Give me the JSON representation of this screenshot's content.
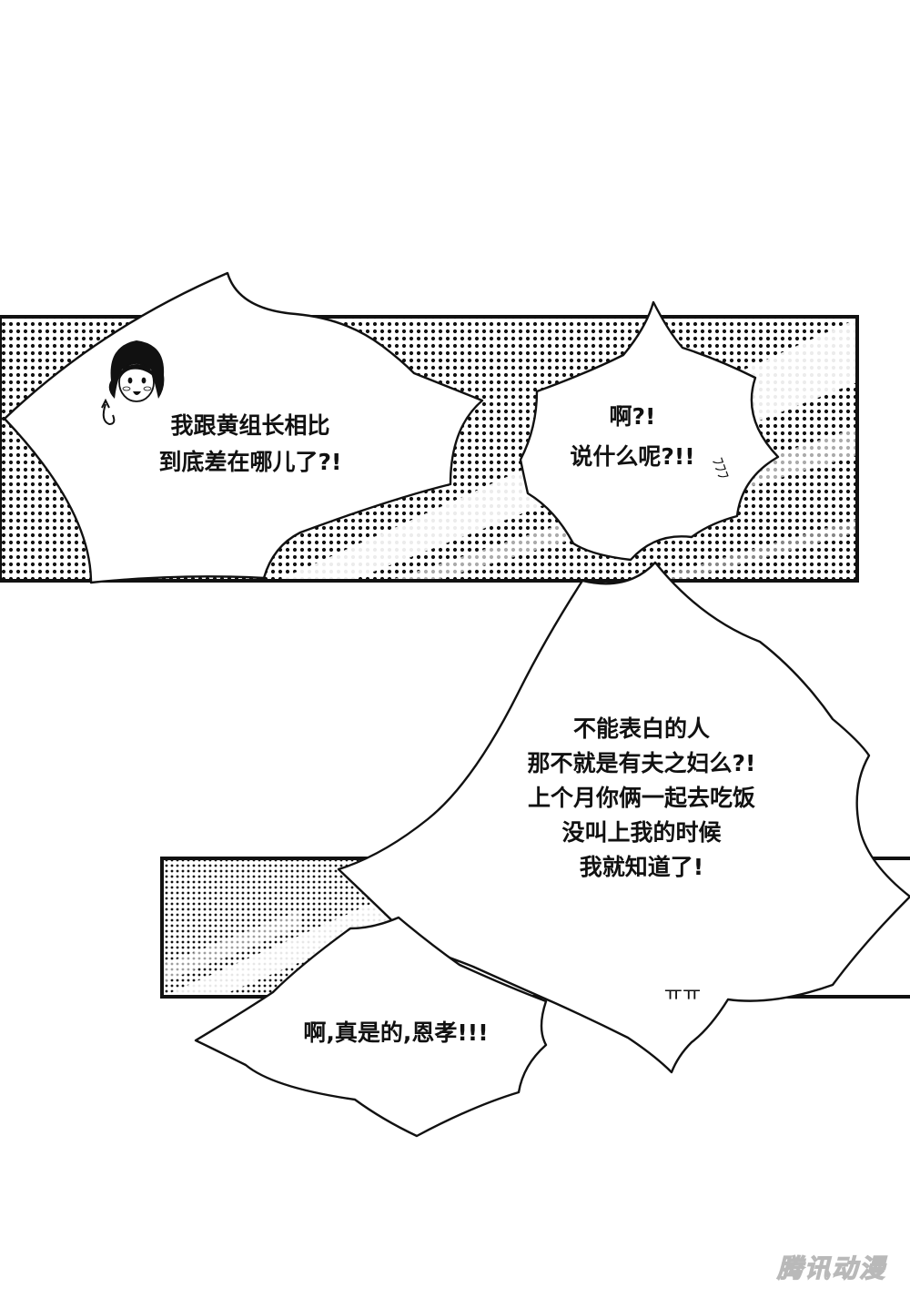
{
  "bubbles": {
    "lines_1": [
      "我跟黄组长相比",
      "到底差在哪儿了?!"
    ],
    "lines_2": [
      "啊?!",
      "说什么呢?!!"
    ],
    "lines_3": [
      "不能表白的人",
      "那不就是有夫之妇么?!",
      "上个月你俩一起去吃饭",
      "没叫上我的时候",
      "我就知道了!"
    ],
    "lines_4": [
      "啊,真是的,恩孝!!!"
    ]
  },
  "sfx": {
    "tears": "ㅠㅠ",
    "shiver": "ﾌﾌﾌ"
  },
  "watermark": "腾讯动漫",
  "colors": {
    "ink": "#111111",
    "paper": "#ffffff",
    "watermark_outline": "#b9b9b9"
  }
}
